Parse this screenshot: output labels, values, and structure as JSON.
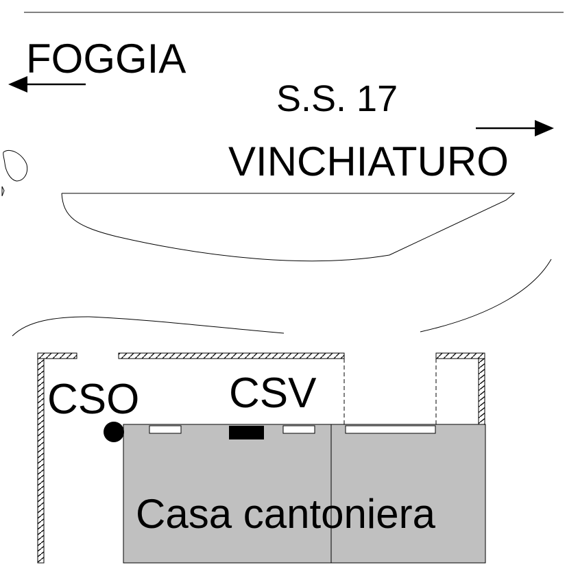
{
  "labels": {
    "foggia": "FOGGIA",
    "road": "S.S. 17",
    "vinchiaturo": "VINCHIATURO",
    "cso": "CSO",
    "csv": "CSV",
    "building": "Casa cantoniera"
  },
  "colors": {
    "line": "#000000",
    "building_fill": "#c0c0c0",
    "background": "#ffffff"
  }
}
